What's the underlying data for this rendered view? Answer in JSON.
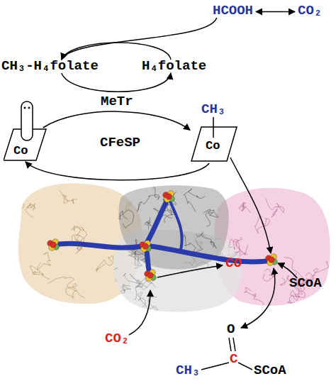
{
  "diagram": {
    "nodes": [
      {
        "text": [
          "HCOOH"
        ]
      },
      {
        "text": [
          "CO₂"
        ]
      },
      {
        "text": [
          "CH₃-H₄folate"
        ]
      },
      {
        "text": [
          "H₄folate"
        ]
      },
      {
        "text": [
          "Co"
        ]
      },
      {
        "text": [
          "CH₃",
          "Co"
        ]
      },
      {
        "text": [
          "CO₂"
        ]
      },
      {
        "text": [
          "CO"
        ]
      },
      {
        "text": [
          "SCoA"
        ]
      },
      {
        "text": [
          "O",
          "C",
          "CH₃",
          "SCoA"
        ]
      }
    ],
    "edges": [
      {
        "from": 0,
        "to": 1,
        "arrow": "both"
      },
      {
        "from": 0,
        "to": 2,
        "arrow": "to"
      },
      {
        "from": 3,
        "to": 2,
        "arrow": "to"
      },
      {
        "from": 2,
        "to": 3,
        "arrow": "to"
      },
      {
        "from": 4,
        "to": 5,
        "arrow": "to"
      },
      {
        "from": 5,
        "to": 4,
        "arrow": "to"
      }
    ],
    "labels": [
      "MeTr",
      "CFeSP"
    ]
  }
}
